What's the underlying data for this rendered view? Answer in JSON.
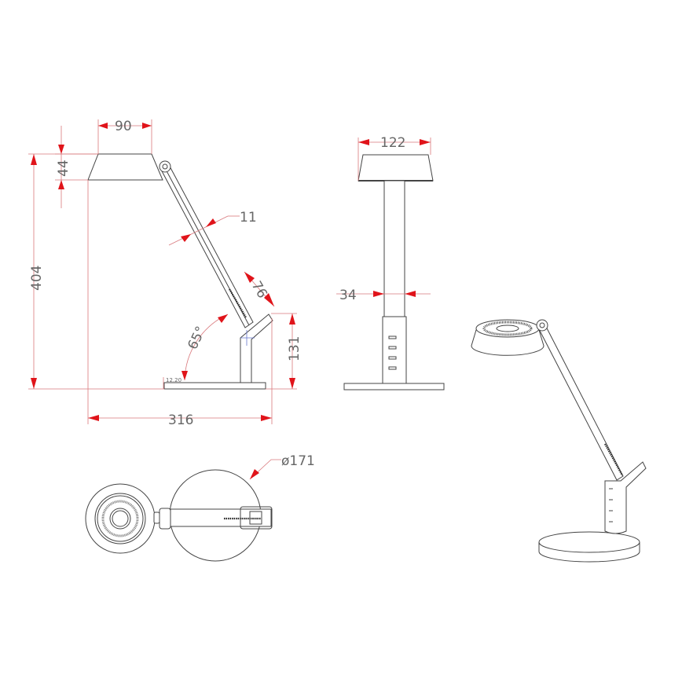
{
  "drawing": {
    "side_view": {
      "shade_width": "90",
      "shade_height": "44",
      "total_height": "404",
      "arm_width": "11",
      "hinge_length": "76",
      "angle": "65°",
      "stand_height": "131",
      "base_thickness": "12.20",
      "total_depth": "316"
    },
    "front_view": {
      "shade_diameter": "122",
      "pole_width": "34"
    },
    "top_view": {
      "base_diameter": "ø171"
    }
  },
  "colors": {
    "dimension_arrow": "#e0141a",
    "dimension_line": "#d9787c",
    "outline": "#444444"
  }
}
